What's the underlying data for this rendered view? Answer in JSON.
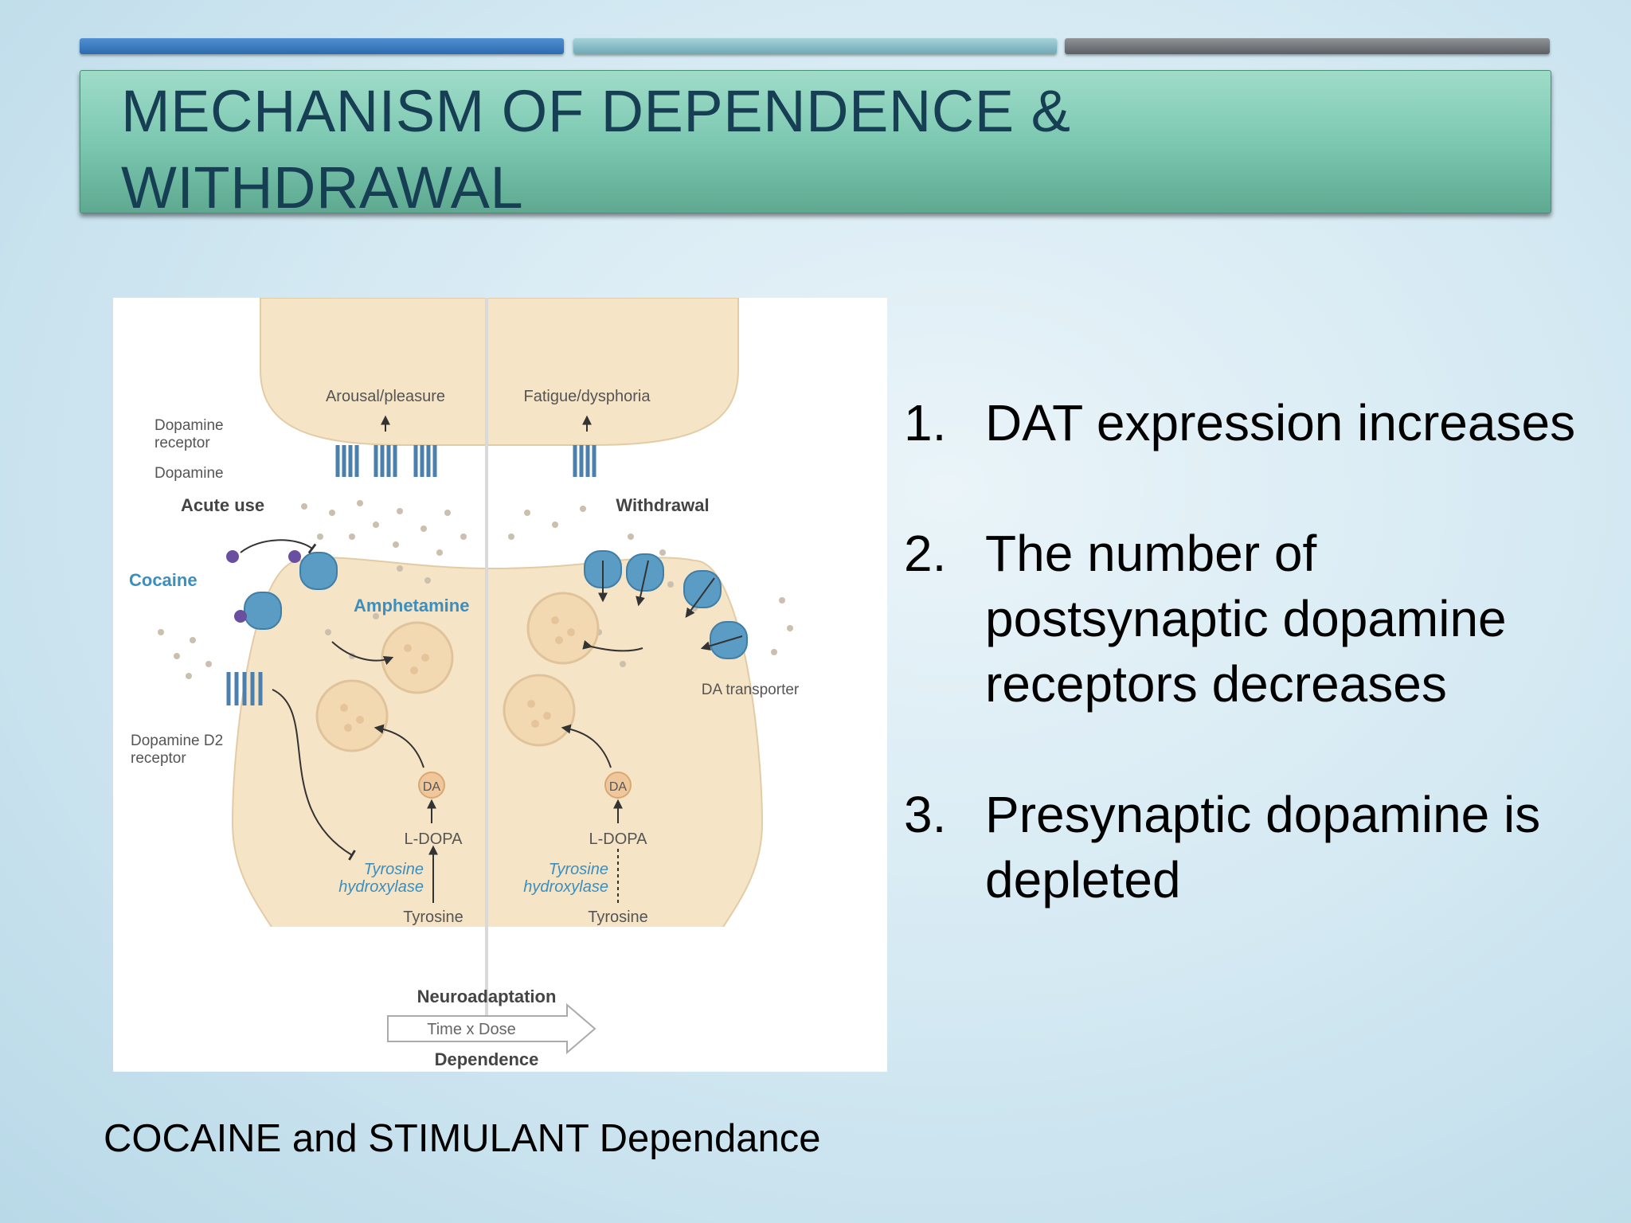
{
  "slide": {
    "title": "MECHANISM OF DEPENDENCE & WITHDRAWAL",
    "caption": "COCAINE and STIMULANT Dependance",
    "points": [
      {
        "num": "1.",
        "text": "DAT expression increases"
      },
      {
        "num": "2.",
        "text": "The number of postsynaptic dopamine receptors decreases"
      },
      {
        "num": "3.",
        "text": "Presynaptic dopamine is depleted"
      }
    ]
  },
  "figure": {
    "labels": {
      "arousal": "Arousal/pleasure",
      "fatigue": "Fatigue/dysphoria",
      "dopamine_receptor_1": "Dopamine",
      "dopamine_receptor_2": "receptor",
      "dopamine": "Dopamine",
      "acute_use": "Acute use",
      "withdrawal": "Withdrawal",
      "cocaine": "Cocaine",
      "amphetamine": "Amphetamine",
      "da_transporter": "DA transporter",
      "d2_receptor_1": "Dopamine D2",
      "d2_receptor_2": "receptor",
      "da": "DA",
      "ldopa": "L-DOPA",
      "tyrosine_hydroxylase_1": "Tyrosine",
      "tyrosine_hydroxylase_2": "hydroxylase",
      "tyrosine": "Tyrosine",
      "neuroadaptation": "Neuroadaptation",
      "time_dose": "Time x Dose",
      "dependence": "Dependence"
    }
  },
  "colors": {
    "title_text": "#173f54",
    "title_bar": "#7cc8b1",
    "neuron_fill": "#f6e4c6",
    "transporter": "#5b9cc4",
    "drug_label": "#3a8fc0"
  }
}
